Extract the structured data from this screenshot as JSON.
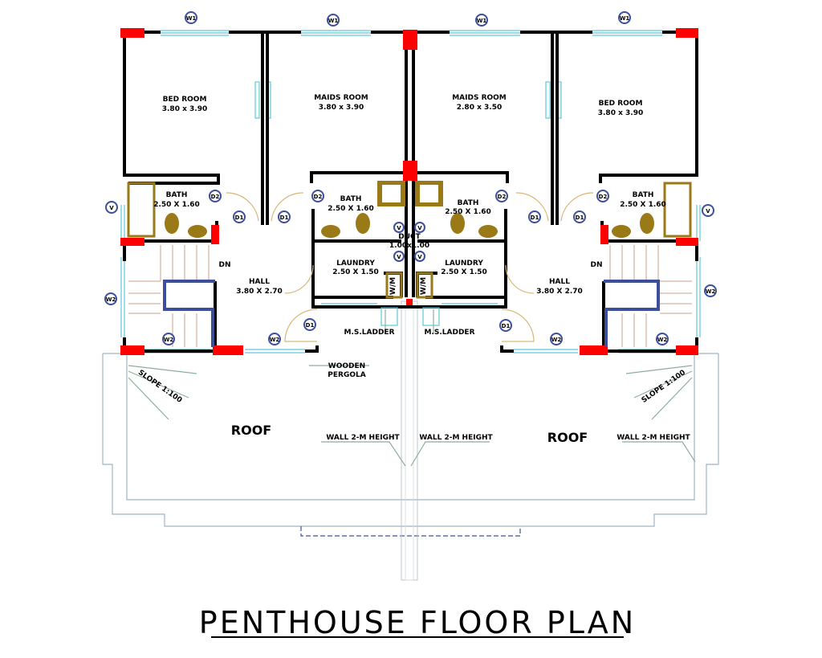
{
  "title": "PENTHOUSE FLOOR PLAN",
  "colors": {
    "column": "#ff0000",
    "fixture": "#9a7a17",
    "window": "#5fc8d8",
    "tag": "#3d4f9a"
  },
  "rooms": {
    "bed_left": {
      "name": "BED ROOM",
      "size": "3.80 x 3.90"
    },
    "maids_left": {
      "name": "MAIDS ROOM",
      "size": "3.80 x 3.90"
    },
    "maids_right": {
      "name": "MAIDS ROOM",
      "size": "2.80 x 3.50"
    },
    "bed_right": {
      "name": "BED ROOM",
      "size": "3.80 x 3.90"
    },
    "bath_left": {
      "name": "BATH",
      "size": "2.50 X 1.60"
    },
    "bath_cl": {
      "name": "BATH",
      "size": "2.50 X 1.60"
    },
    "bath_cr": {
      "name": "BATH",
      "size": "2.50 X 1.60"
    },
    "bath_right": {
      "name": "BATH",
      "size": "2.50 X 1.60"
    },
    "laundry_left": {
      "name": "LAUNDRY",
      "size": "2.50 X 1.50"
    },
    "laundry_right": {
      "name": "LAUNDRY",
      "size": "2.50 X 1.50"
    },
    "hall_left": {
      "name": "HALL",
      "size": "3.80 X 2.70"
    },
    "hall_right": {
      "name": "HALL",
      "size": "3.80 X 2.70"
    },
    "duct": {
      "name": "DUCT",
      "size": "1.00x1.00"
    }
  },
  "annotations": {
    "dn": "DN",
    "wm": "W/M",
    "vent": "V",
    "ladder": "M.S.LADDER",
    "pergola_1": "WOODEN",
    "pergola_2": "PERGOLA",
    "roof": "ROOF",
    "wall_height": "WALL 2-M HEIGHT",
    "slope": "SLOPE 1:100"
  },
  "tags": {
    "window_1": "W1",
    "window_2": "W2",
    "door_1": "D1",
    "door_2": "D2"
  }
}
